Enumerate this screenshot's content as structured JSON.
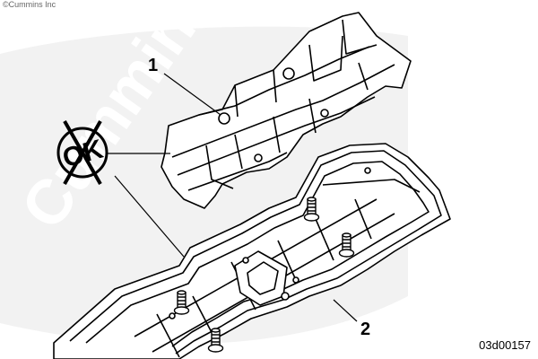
{
  "copyright": "©Cummins Inc",
  "watermark": "Cummins",
  "callouts": [
    {
      "label": "1"
    },
    {
      "label": "2"
    }
  ],
  "prohibited_symbol": {
    "text": "OK",
    "icon": "crossed-out-circle-icon"
  },
  "figure_id": "03d00157",
  "colors": {
    "line": "#000000",
    "background": "#ffffff",
    "watermark": "#f0f0f0"
  }
}
